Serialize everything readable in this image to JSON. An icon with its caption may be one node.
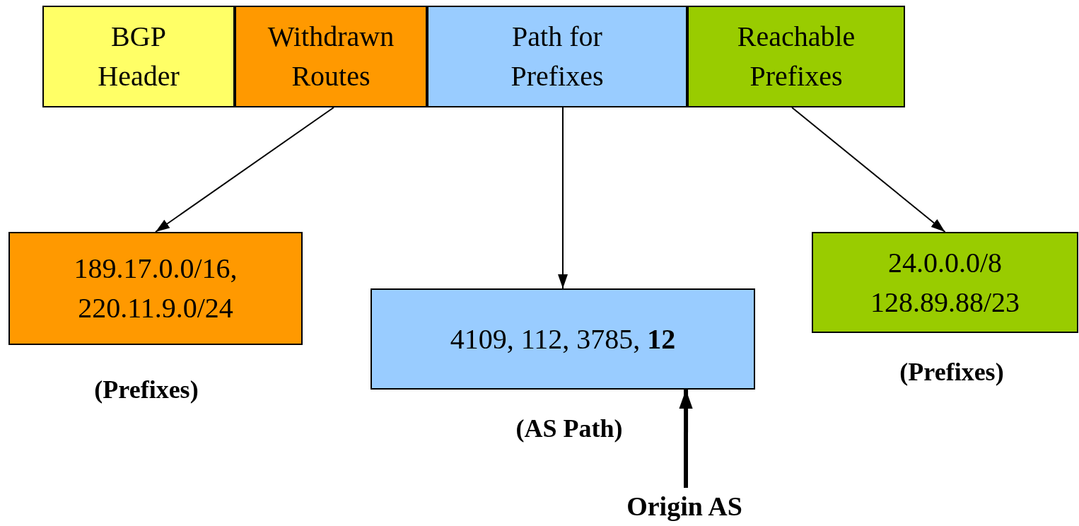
{
  "diagram": {
    "nodes": [
      {
        "text": [
          "BGP Header"
        ]
      },
      {
        "text": [
          "Withdrawn Routes"
        ]
      },
      {
        "text": [
          "Path for Prefixes"
        ]
      },
      {
        "text": [
          "Reachable Prefixes"
        ]
      },
      {
        "text": [
          "189.17.0.0/16, 220.11.9.0/24"
        ],
        "beside": [
          "(Prefixes)"
        ]
      },
      {
        "text": [
          "4109, 112, 3785, **12**"
        ],
        "beside": [
          "(AS Path)"
        ]
      },
      {
        "text": [
          "24.0.0.0/8 128.89.88/23"
        ],
        "beside": [
          "(Prefixes)"
        ]
      },
      {
        "text": [
          "Origin AS"
        ]
      }
    ],
    "edges": [
      {
        "from": 1,
        "to": 4,
        "arrow": "to"
      },
      {
        "from": 2,
        "to": 5,
        "arrow": "to"
      },
      {
        "from": 3,
        "to": 6,
        "arrow": "to"
      },
      {
        "from": 7,
        "to": 5,
        "arrow": "to",
        "style": "thick"
      }
    ]
  }
}
